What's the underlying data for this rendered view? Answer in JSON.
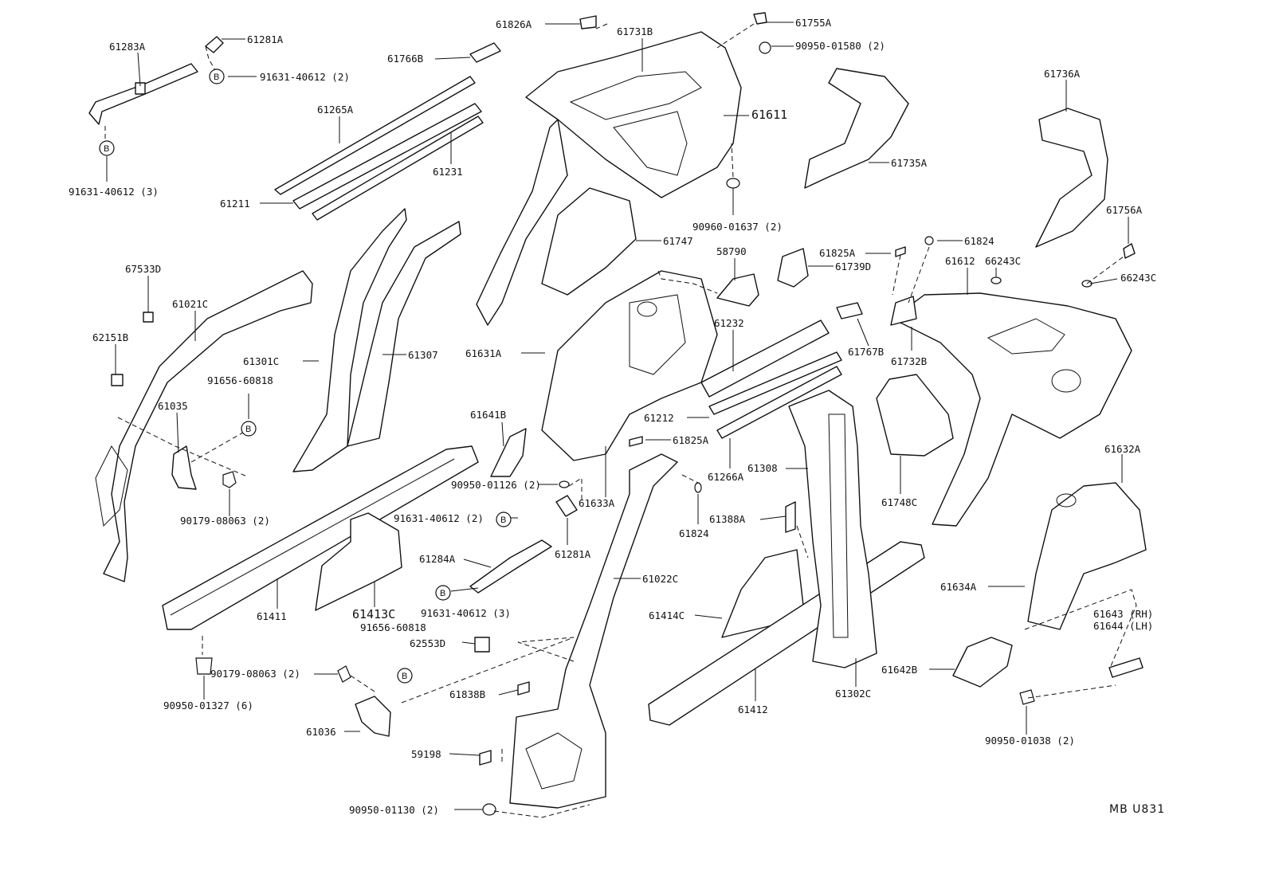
{
  "diagram_code": "MB U831",
  "bolt_marker": "B",
  "labels": [
    "61283A",
    "61281A",
    "91631-40612 (2)",
    "91631-40612 (3)",
    "61265A",
    "61231",
    "61211",
    "61826A",
    "61766B",
    "61731B",
    "61755A",
    "90950-01580 (2)",
    "61611",
    "90960-01637 (2)",
    "61747",
    "61735A",
    "61736A",
    "61756A",
    "67533D",
    "61021C",
    "62151B",
    "61035",
    "91656-60818",
    "90179-08063 (2)",
    "61301C",
    "61307",
    "61631A",
    "58790",
    "61825A",
    "61739D",
    "61824",
    "61612",
    "66243C",
    "66243C",
    "61232",
    "61767B",
    "61732B",
    "61212",
    "61266A",
    "61641B",
    "90950-01126 (2)",
    "61633A",
    "61825A",
    "61824",
    "61308",
    "61748C",
    "91631-40612 (2)",
    "61281A",
    "61388A",
    "61632A",
    "61284A",
    "61022C",
    "61411",
    "61413C",
    "91631-40612 (3)",
    "61414C",
    "61634A",
    "61643 (RH)",
    "61644 (LH)",
    "91656-60818",
    "62553D",
    "90179-08063 (2)",
    "90950-01327 (6)",
    "61838B",
    "61642B",
    "61302C",
    "61412",
    "61036",
    "59198",
    "90950-01038 (2)",
    "90950-01130 (2)"
  ]
}
